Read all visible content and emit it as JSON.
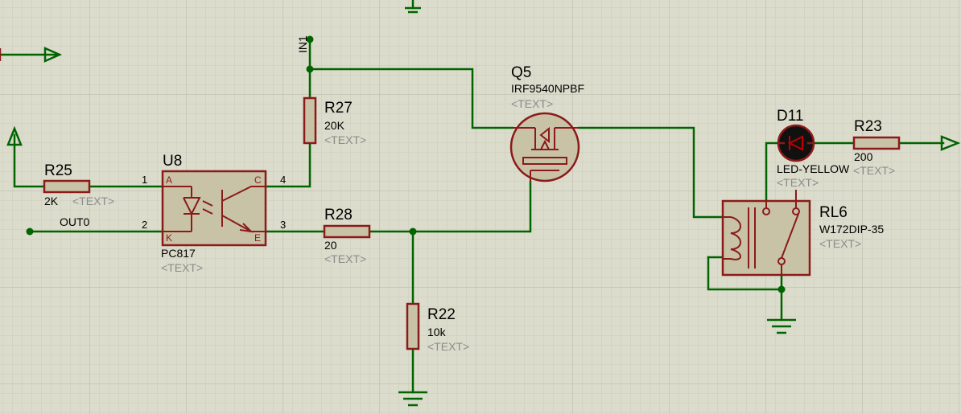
{
  "components": {
    "r25": {
      "ref": "R25",
      "value": "2K",
      "text": "<TEXT>"
    },
    "r27": {
      "ref": "R27",
      "value": "20K",
      "text": "<TEXT>"
    },
    "r28": {
      "ref": "R28",
      "value": "20",
      "text": "<TEXT>"
    },
    "r22": {
      "ref": "R22",
      "value": "10k",
      "text": "<TEXT>"
    },
    "r23": {
      "ref": "R23",
      "value": "200",
      "text": ""
    },
    "u8": {
      "ref": "U8",
      "value": "PC817",
      "text": "<TEXT>",
      "pins": {
        "p1": "1",
        "p2": "2",
        "p3": "3",
        "p4": "4"
      },
      "inner": {
        "a": "A",
        "k": "K",
        "c": "C",
        "e": "E"
      }
    },
    "q5": {
      "ref": "Q5",
      "value": "IRF9540NPBF",
      "text": "<TEXT>"
    },
    "d11": {
      "ref": "D11",
      "value": "LED-YELLOW",
      "text": "<TEXT>"
    },
    "rl6": {
      "ref": "RL6",
      "value": "W172DIP-35",
      "text": "<TEXT>"
    }
  },
  "nets": {
    "in1": "IN1",
    "out0": "OUT0"
  },
  "extra_text": {
    "r23_text": "<TEXT>"
  },
  "colors": {
    "wire": "#006400",
    "component": "#8b1a1a",
    "fill": "#c8c3a6",
    "background": "#dcdccc"
  }
}
